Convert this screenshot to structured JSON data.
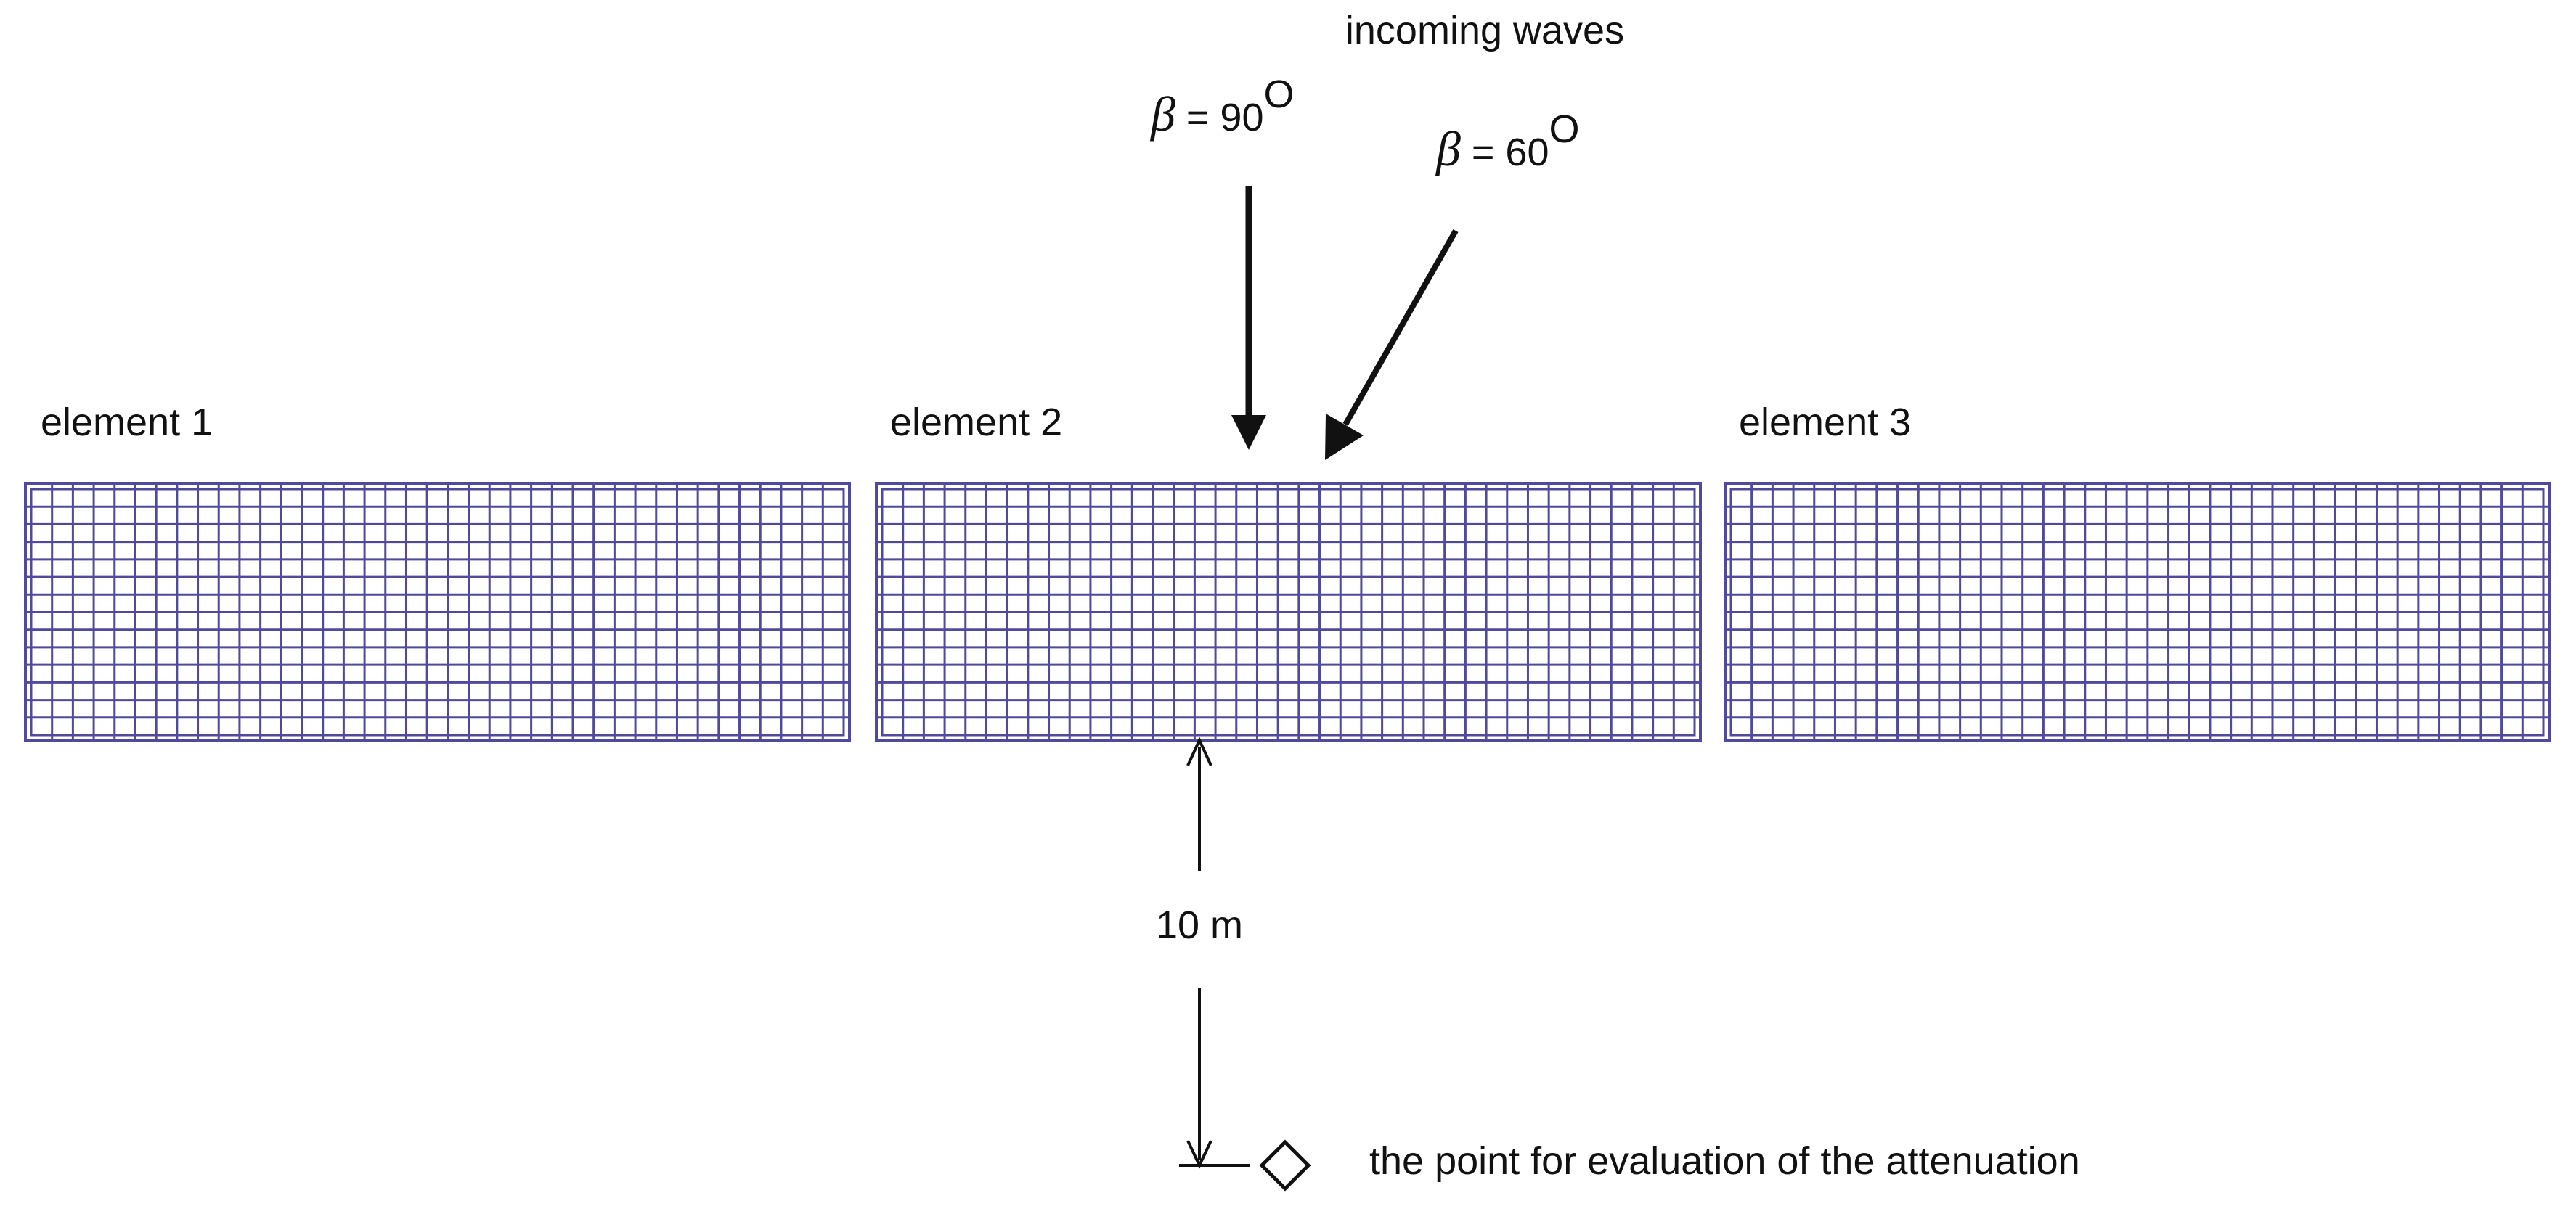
{
  "diagram": {
    "incoming_waves_label": "incoming waves",
    "angles": [
      {
        "symbol": "β",
        "text": " = 90",
        "superscript": "O"
      },
      {
        "symbol": "β",
        "text": " = 60",
        "superscript": "O"
      }
    ],
    "elements": [
      {
        "label": "element 1"
      },
      {
        "label": "element 2"
      },
      {
        "label": "element 3"
      }
    ],
    "distance_label": "10 m",
    "evaluation_point_label": "the point for evaluation of the attenuation",
    "colors": {
      "mesh": "#4f4a9c",
      "ink": "#111111"
    }
  }
}
